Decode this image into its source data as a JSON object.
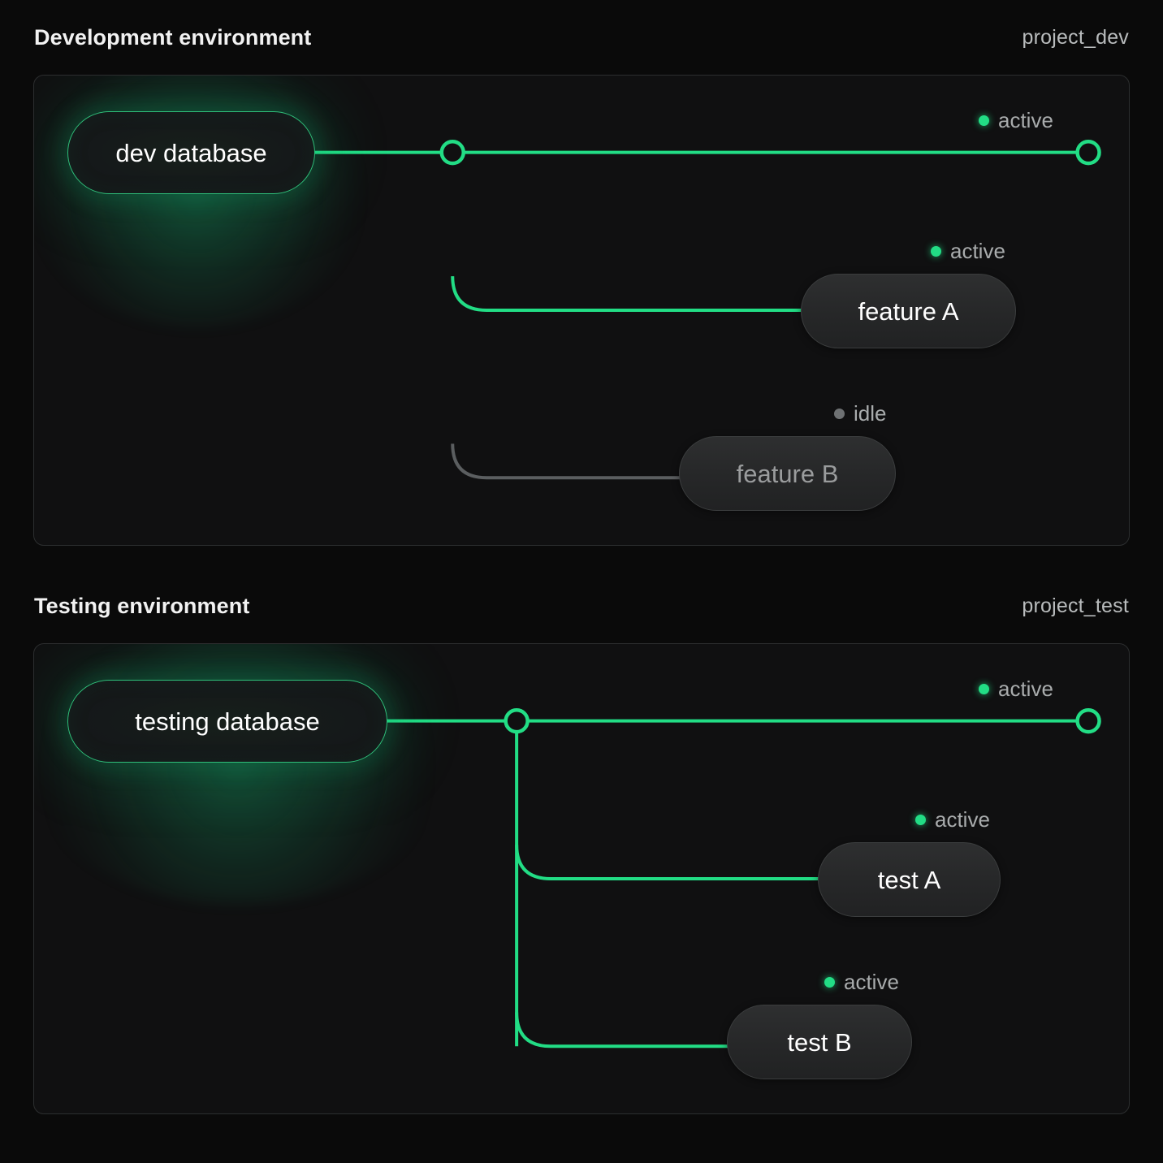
{
  "page": {
    "background": "#0a0a0a",
    "accent_green": "#22dd85",
    "idle_gray": "#6e7173"
  },
  "sections": [
    {
      "id": "dev",
      "title": "Development environment",
      "project": "project_dev",
      "root": {
        "label": "dev database",
        "status": "active"
      },
      "trunk_status_label": "active",
      "children": [
        {
          "label": "feature A",
          "status": "active",
          "status_label": "active"
        },
        {
          "label": "feature B",
          "status": "idle",
          "status_label": "idle"
        }
      ]
    },
    {
      "id": "test",
      "title": "Testing environment",
      "project": "project_test",
      "root": {
        "label": "testing database",
        "status": "active"
      },
      "trunk_status_label": "active",
      "children": [
        {
          "label": "test A",
          "status": "active",
          "status_label": "active"
        },
        {
          "label": "test B",
          "status": "active",
          "status_label": "active"
        }
      ]
    }
  ]
}
